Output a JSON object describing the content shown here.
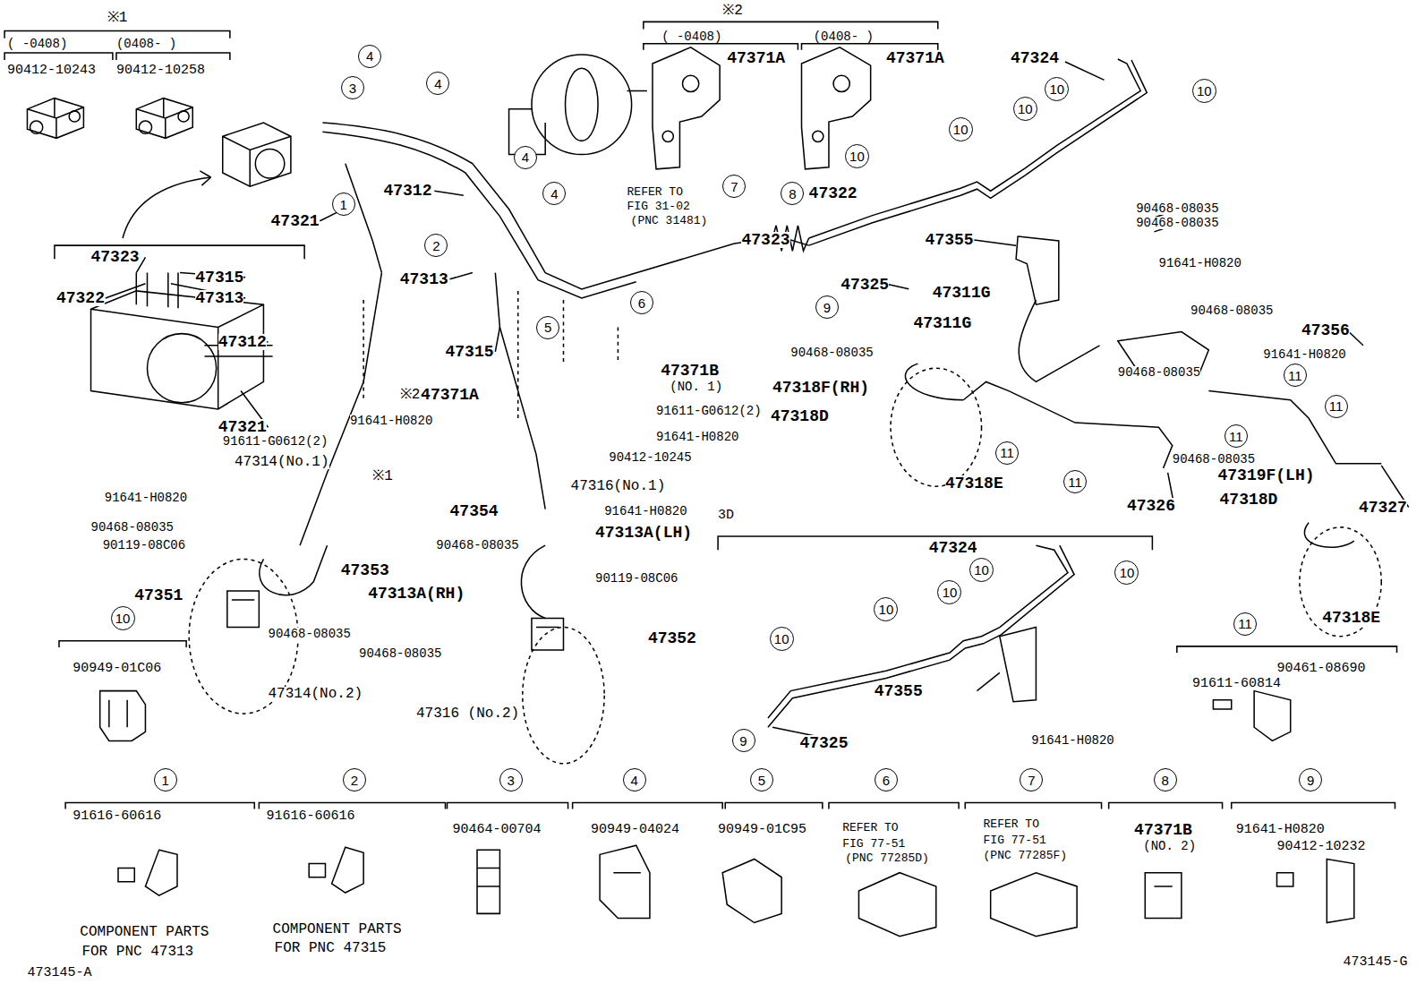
{
  "diagram": {
    "nodes": [
      {
        "text": [
          "4"
        ]
      },
      {
        "text": [
          "4"
        ]
      },
      {
        "text": [
          "3"
        ]
      },
      {
        "text": [
          "10"
        ]
      },
      {
        "text": [
          "10"
        ]
      },
      {
        "text": [
          "10"
        ]
      },
      {
        "text": [
          "10"
        ]
      },
      {
        "text": [
          "10"
        ]
      },
      {
        "text": [
          "4"
        ]
      },
      {
        "text": [
          "7"
        ]
      },
      {
        "text": [
          "4"
        ]
      },
      {
        "text": [
          "8"
        ]
      },
      {
        "text": [
          "1"
        ]
      },
      {
        "text": [
          "2"
        ]
      },
      {
        "text": [
          "6"
        ]
      },
      {
        "text": [
          "9"
        ]
      },
      {
        "text": [
          "5"
        ]
      },
      {
        "text": [
          "11"
        ]
      },
      {
        "text": [
          "11"
        ]
      },
      {
        "text": [
          "11"
        ]
      },
      {
        "text": [
          "11"
        ]
      },
      {
        "text": [
          "11"
        ]
      },
      {
        "text": [
          "10"
        ]
      },
      {
        "text": [
          "10"
        ]
      },
      {
        "text": [
          "10"
        ]
      },
      {
        "text": [
          "10"
        ]
      },
      {
        "text": [
          "10"
        ]
      },
      {
        "text": [
          "11"
        ]
      },
      {
        "text": [
          "10"
        ]
      },
      {
        "text": [
          "9"
        ]
      },
      {
        "text": [
          "1"
        ]
      },
      {
        "text": [
          "2"
        ]
      },
      {
        "text": [
          "3"
        ]
      },
      {
        "text": [
          "4"
        ]
      },
      {
        "text": [
          "5"
        ]
      },
      {
        "text": [
          "6"
        ]
      },
      {
        "text": [
          "7"
        ]
      },
      {
        "text": [
          "8"
        ]
      },
      {
        "text": [
          "9"
        ]
      }
    ],
    "labels": [
      "※1",
      "(   -0408)",
      "(0408-    )",
      "90412-10243",
      "90412-10258",
      "※2",
      "(   -0408)",
      "(0408-    )",
      "47371A",
      "47371A",
      "47324",
      "47321",
      "47312",
      "REFER TO",
      "FIG 31-02",
      "(PNC 31481)",
      "47322",
      "90468-08035",
      "90468-08035",
      "47355",
      "47323",
      "47313",
      "47323",
      "91641-H0820",
      "47315",
      "47325",
      "47311G",
      "47322",
      "47313",
      "90468-08035",
      "47311G",
      "47356",
      "47312",
      "47315",
      "91641-H0820",
      "90468-08035",
      "47371B",
      "90468-08035",
      "(NO. 1)",
      "47318F(RH)",
      "※2",
      "47371A",
      "91611-G0612(2)",
      "47318D",
      "91641-H0820",
      "47321",
      "91641-H0820",
      "91611-G0612(2)",
      "90412-10245",
      "90468-08035",
      "47314(No.1)",
      "※1",
      "47319F(LH)",
      "47318E",
      "47316(No.1)",
      "91641-H0820",
      "47318D",
      "47326",
      "47327",
      "47354",
      "91641-H0820",
      "3D",
      "90468-08035",
      "47313A(LH)",
      "90119-08C06",
      "90468-08035",
      "47324",
      "47353",
      "90119-08C06",
      "47351",
      "47313A(RH)",
      "47318E",
      "90468-08035",
      "47352",
      "90468-08035",
      "90949-01C06",
      "90461-08690",
      "91611-60814",
      "47355",
      "47314(No.2)",
      "47316 (No.2)",
      "91641-H0820",
      "47325",
      "91616-60616",
      "91616-60616",
      "REFER TO",
      "FIG 77-51",
      "(PNC 77285D)",
      "REFER TO",
      "FIG 77-51",
      "(PNC 77285F)",
      "47371B",
      "90464-00704",
      "90949-04024",
      "90949-01C95",
      "91641-H0820",
      "90412-10232",
      "(NO. 2)",
      "COMPONENT PARTS",
      "FOR PNC 47313",
      "COMPONENT PARTS",
      "FOR PNC 47315",
      "473145-G",
      "473145-A"
    ]
  }
}
